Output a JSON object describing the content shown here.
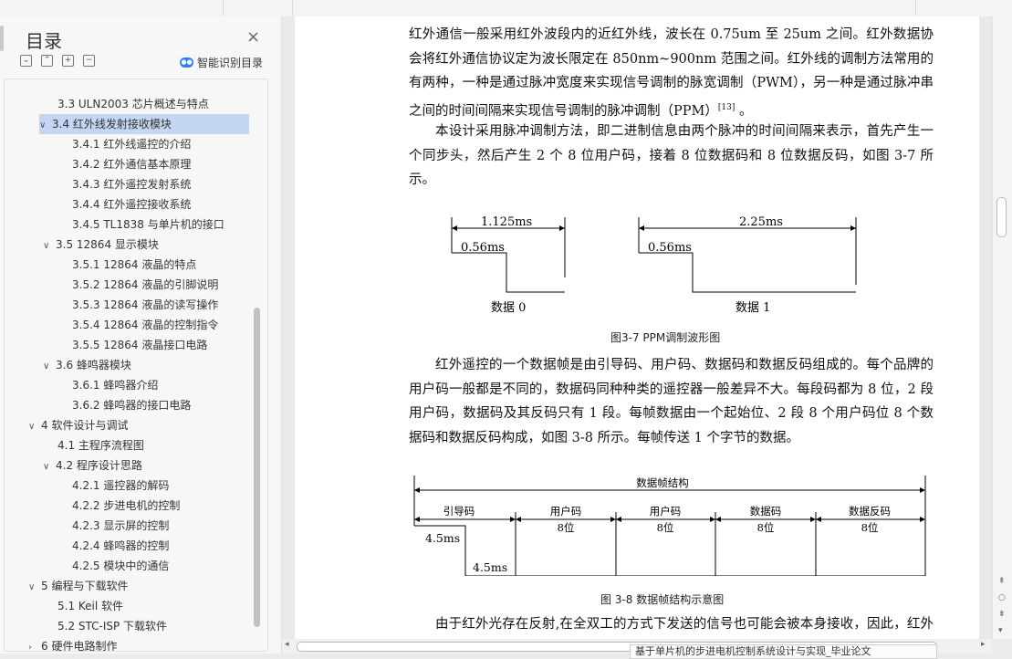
{
  "toc": {
    "title": "目录",
    "smart_label": "智能识别目录",
    "items": [
      {
        "label": "3.3 ULN2003 芯片概述与特点"
      },
      {
        "label": "3.4 红外线发射接收模块"
      },
      {
        "label": "3.4.1 红外线遥控的介绍"
      },
      {
        "label": "3.4.2 红外通信基本原理"
      },
      {
        "label": "3.4.3 红外遥控发射系统"
      },
      {
        "label": "3.4.4 红外遥控接收系统"
      },
      {
        "label": "3.4.5 TL1838 与单片机的接口"
      },
      {
        "label": "3.5 12864 显示模块"
      },
      {
        "label": "3.5.1 12864 液晶的特点"
      },
      {
        "label": "3.5.2 12864 液晶的引脚说明"
      },
      {
        "label": "3.5.3 12864 液晶的读写操作"
      },
      {
        "label": "3.5.4 12864 液晶的控制指令"
      },
      {
        "label": "3.5.5 12864 液晶接口电路"
      },
      {
        "label": "3.6 蜂鸣器模块"
      },
      {
        "label": "3.6.1 蜂鸣器介绍"
      },
      {
        "label": "3.6.2 蜂鸣器的接口电路"
      },
      {
        "label": "4 软件设计与调试"
      },
      {
        "label": "4.1 主程序流程图"
      },
      {
        "label": "4.2 程序设计思路"
      },
      {
        "label": "4.2.1 遥控器的解码"
      },
      {
        "label": "4.2.2 步进电机的控制"
      },
      {
        "label": "4.2.3 显示屏的控制"
      },
      {
        "label": "4.2.4 蜂鸣器的控制"
      },
      {
        "label": "4.2.5 模块中的通信"
      },
      {
        "label": "5 编程与下载软件"
      },
      {
        "label": "5.1 Keil 软件"
      },
      {
        "label": "5.2 STC-ISP 下载软件"
      },
      {
        "label": "6 硬件电路制作"
      }
    ]
  },
  "doc": {
    "para1": "红外通信一般采用红外波段内的近红外线，波长在 0.75um 至 25um 之间。红外数据协会将红外通信协议定为波长限定在 850nm~900nm 范围之间。红外线的调制方法常用的有两种，一种是通过脉冲宽度来实现信号调制的脉宽调制（PWM），另一种是通过脉冲串之间的时间间隔来实现信号调制的脉冲调制（PPM）",
    "para1_ref": "[13]",
    "para1_end": " 。",
    "para2": "本设计采用脉冲调制方法，即二进制信息由两个脉冲的时间间隔来表示，首先产生一个同步头，然后产生 2 个 8 位用户码，接着 8 位数据码和 8 位数据反码，如图 3-7 所示。",
    "fig37": {
      "zero_width": "1.125ms",
      "zero_pulse": "0.56ms",
      "zero_label": "数据 0",
      "one_width": "2.25ms",
      "one_pulse": "0.56ms",
      "one_label": "数据 1",
      "caption": "图3-7 PPM调制波形图"
    },
    "para3": "红外遥控的一个数据帧是由引导码、用户码、数据码和数据反码组成的。每个品牌的用户码一般都是不同的，数据码同种种类的遥控器一般差异不大。每段码都为 8 位，2 段用户码，数据码及其反码只有 1 段。每帧数据由一个起始位、2 段 8 个用户码位 8 个数据码和数据反码构成，如图 3-8 所示。每帧传送 1 个字节的数据。",
    "fig38": {
      "frame_label": "数据帧结构",
      "lead_label": "引导码",
      "user1_label": "用户码",
      "user1_bits": "8位",
      "user2_label": "用户码",
      "user2_bits": "8位",
      "data_label": "数据码",
      "data_bits": "8位",
      "inv_label": "数据反码",
      "inv_bits": "8位",
      "high_time": "4.5ms",
      "low_time": "4.5ms",
      "caption": "图 3-8  数据帧结构示意图"
    },
    "para4": "由于红外光存在反射,在全双工的方式下发送的信号也可能会被本身接收，因此，红外通信应采用异步半双工方式，即通信的某一方发送和接收交替进行。"
  },
  "tooltip": "基于单片机的步进电机控制系统设计与实现_毕业论文"
}
